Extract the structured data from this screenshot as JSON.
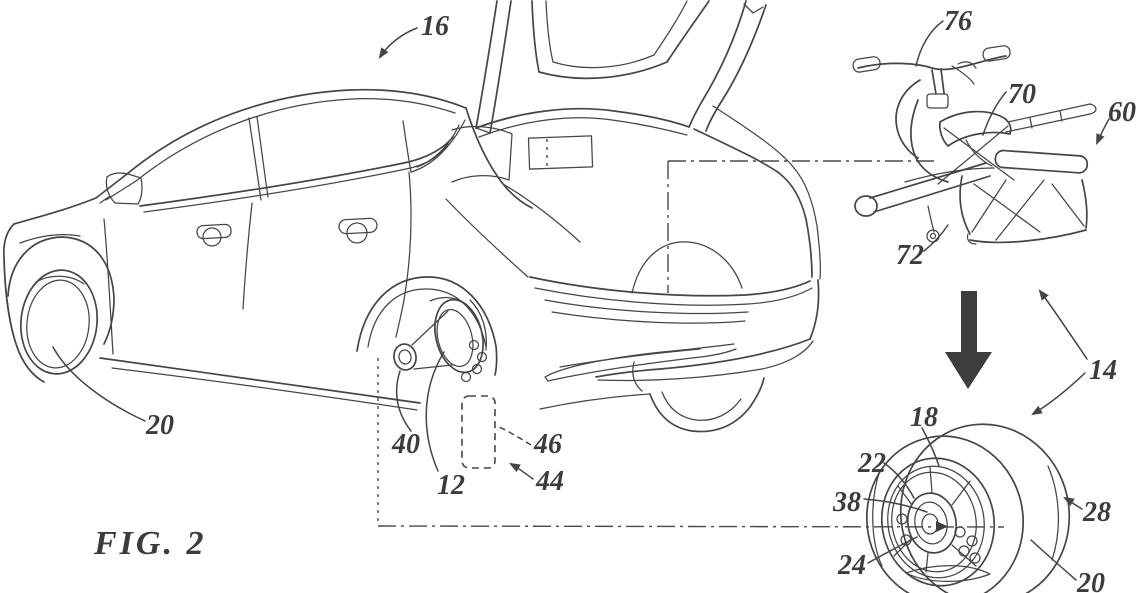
{
  "figure": {
    "caption": "FIG. 2",
    "ink_color": "#454545",
    "background_color": "#ffffff"
  },
  "labels": {
    "l16": "16",
    "l76": "76",
    "l70": "70",
    "l60": "60",
    "l72": "72",
    "l14": "14",
    "l18": "18",
    "l22": "22",
    "l38": "38",
    "l24": "24",
    "l28": "28",
    "l20_wheel": "20",
    "l20_vehicle": "20",
    "l40": "40",
    "l12": "12",
    "l46": "46",
    "l44": "44"
  }
}
